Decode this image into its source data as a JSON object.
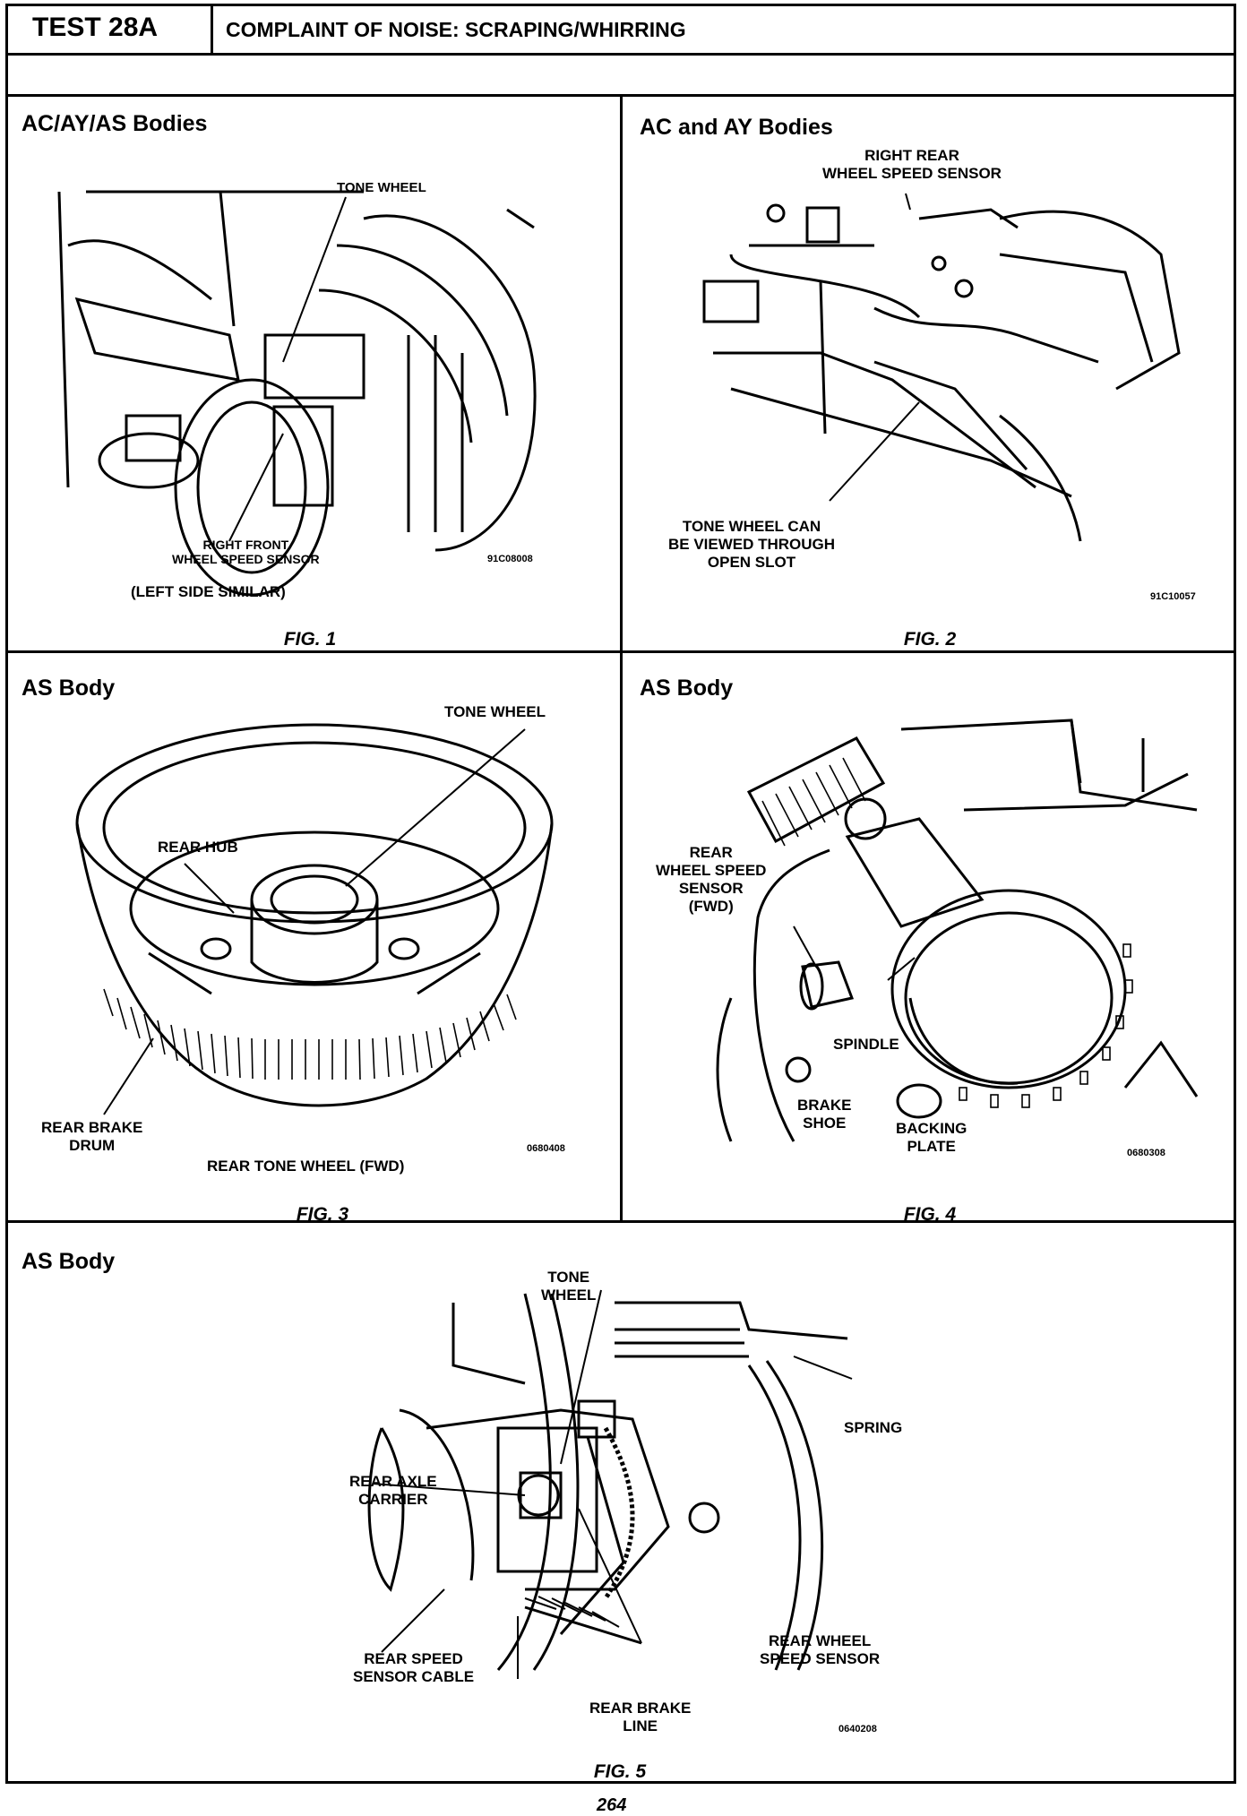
{
  "header": {
    "test_id": "TEST 28A",
    "title": "COMPLAINT OF NOISE: SCRAPING/WHIRRING"
  },
  "panels": [
    {
      "heading": "AC/AY/AS Bodies",
      "caption": "FIG. 1",
      "labels": [
        "TONE WHEEL",
        "RIGHT FRONT\nWHEEL SPEED SENSOR",
        "(LEFT SIDE SIMILAR)"
      ],
      "code": "91C08008"
    },
    {
      "heading": "AC and AY Bodies",
      "caption": "FIG. 2",
      "labels": [
        "RIGHT REAR\nWHEEL SPEED SENSOR",
        "TONE WHEEL CAN\nBE VIEWED THROUGH\nOPEN SLOT"
      ],
      "code": "91C10057"
    },
    {
      "heading": "AS Body",
      "caption": "FIG. 3",
      "labels": [
        "TONE WHEEL",
        "REAR HUB",
        "REAR BRAKE\nDRUM",
        "REAR TONE WHEEL (FWD)"
      ],
      "code": "0680408"
    },
    {
      "heading": "AS Body",
      "caption": "FIG. 4",
      "labels": [
        "REAR\nWHEEL SPEED\nSENSOR\n(FWD)",
        "SPINDLE",
        "BRAKE\nSHOE",
        "BACKING\nPLATE"
      ],
      "code": "0680308"
    },
    {
      "heading": "AS Body",
      "caption": "FIG. 5",
      "labels": [
        "TONE\nWHEEL",
        "SPRING",
        "REAR AXLE\nCARRIER",
        "REAR SPEED\nSENSOR CABLE",
        "REAR WHEEL\nSPEED SENSOR",
        "REAR BRAKE\nLINE"
      ],
      "code": "0640208"
    }
  ],
  "footer": {
    "page_number": "264"
  }
}
